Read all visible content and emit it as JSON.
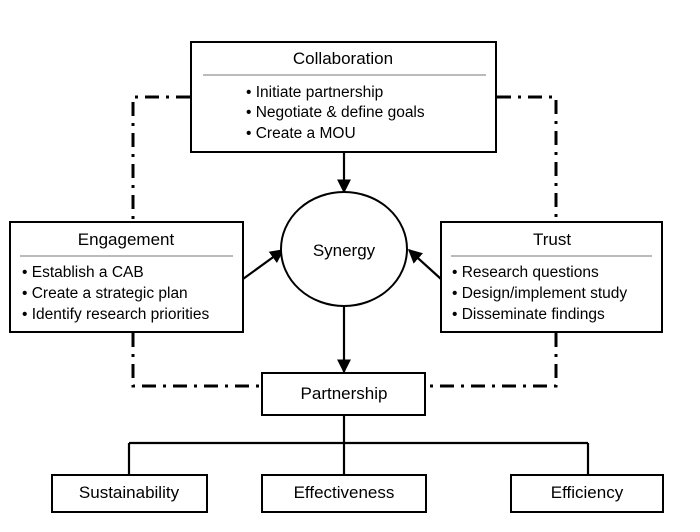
{
  "collaboration": {
    "title": "Collaboration",
    "items": [
      "• Initiate partnership",
      "• Negotiate & define goals",
      "• Create a MOU"
    ]
  },
  "engagement": {
    "title": "Engagement",
    "items": [
      "• Establish a CAB",
      "• Create a strategic plan",
      "• Identify research priorities"
    ]
  },
  "trust": {
    "title": "Trust",
    "items": [
      "• Research questions",
      "• Design/implement study",
      "• Disseminate findings"
    ]
  },
  "synergy": "Synergy",
  "partnership": "Partnership",
  "outcomes": [
    "Sustainability",
    "Effectiveness",
    "Efficiency"
  ]
}
